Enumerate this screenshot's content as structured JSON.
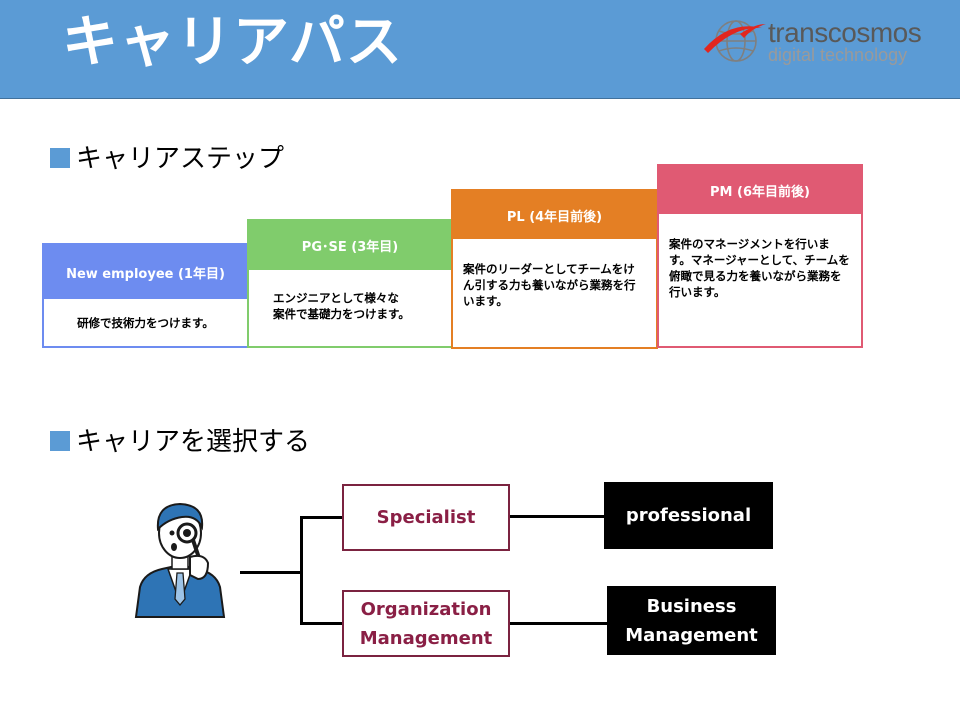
{
  "header": {
    "title": "キャリアパス",
    "logo": {
      "name": "transcosmos",
      "sub": "digital technology"
    }
  },
  "section_steps": {
    "label": "キャリアステップ"
  },
  "steps": [
    {
      "title": "New employee (1年目)",
      "body": "研修で技術力をつけます。",
      "color": "#6d8cf0"
    },
    {
      "title": "PG･SE (3年目)",
      "body": "エンジニアとして様々な\n案件で基礎力をつけます。",
      "color": "#80cc6c"
    },
    {
      "title": "PL (4年目前後)",
      "body": "案件のリーダーとしてチームをけん引する力も養いながら業務を行います。",
      "color": "#e47f24"
    },
    {
      "title": "PM (6年目前後)",
      "body": "案件のマネージメントを行います。マネージャーとして、チームを俯瞰で見る力を養いながら業務を行います。",
      "color": "#e05a73"
    }
  ],
  "section_choice": {
    "label": "キャリアを選択する"
  },
  "choices": [
    {
      "option": "Specialist",
      "result": "professional"
    },
    {
      "option": "Organization\nManagement",
      "result": "Business\nManagement"
    }
  ],
  "colors": {
    "header_bg": "#5b9bd5",
    "option_border": "#7b2340",
    "option_text": "#8a1f45",
    "result_bg": "#000000"
  },
  "icons": {
    "person": "person-magnifier-icon",
    "logo_globe": "globe-icon"
  }
}
